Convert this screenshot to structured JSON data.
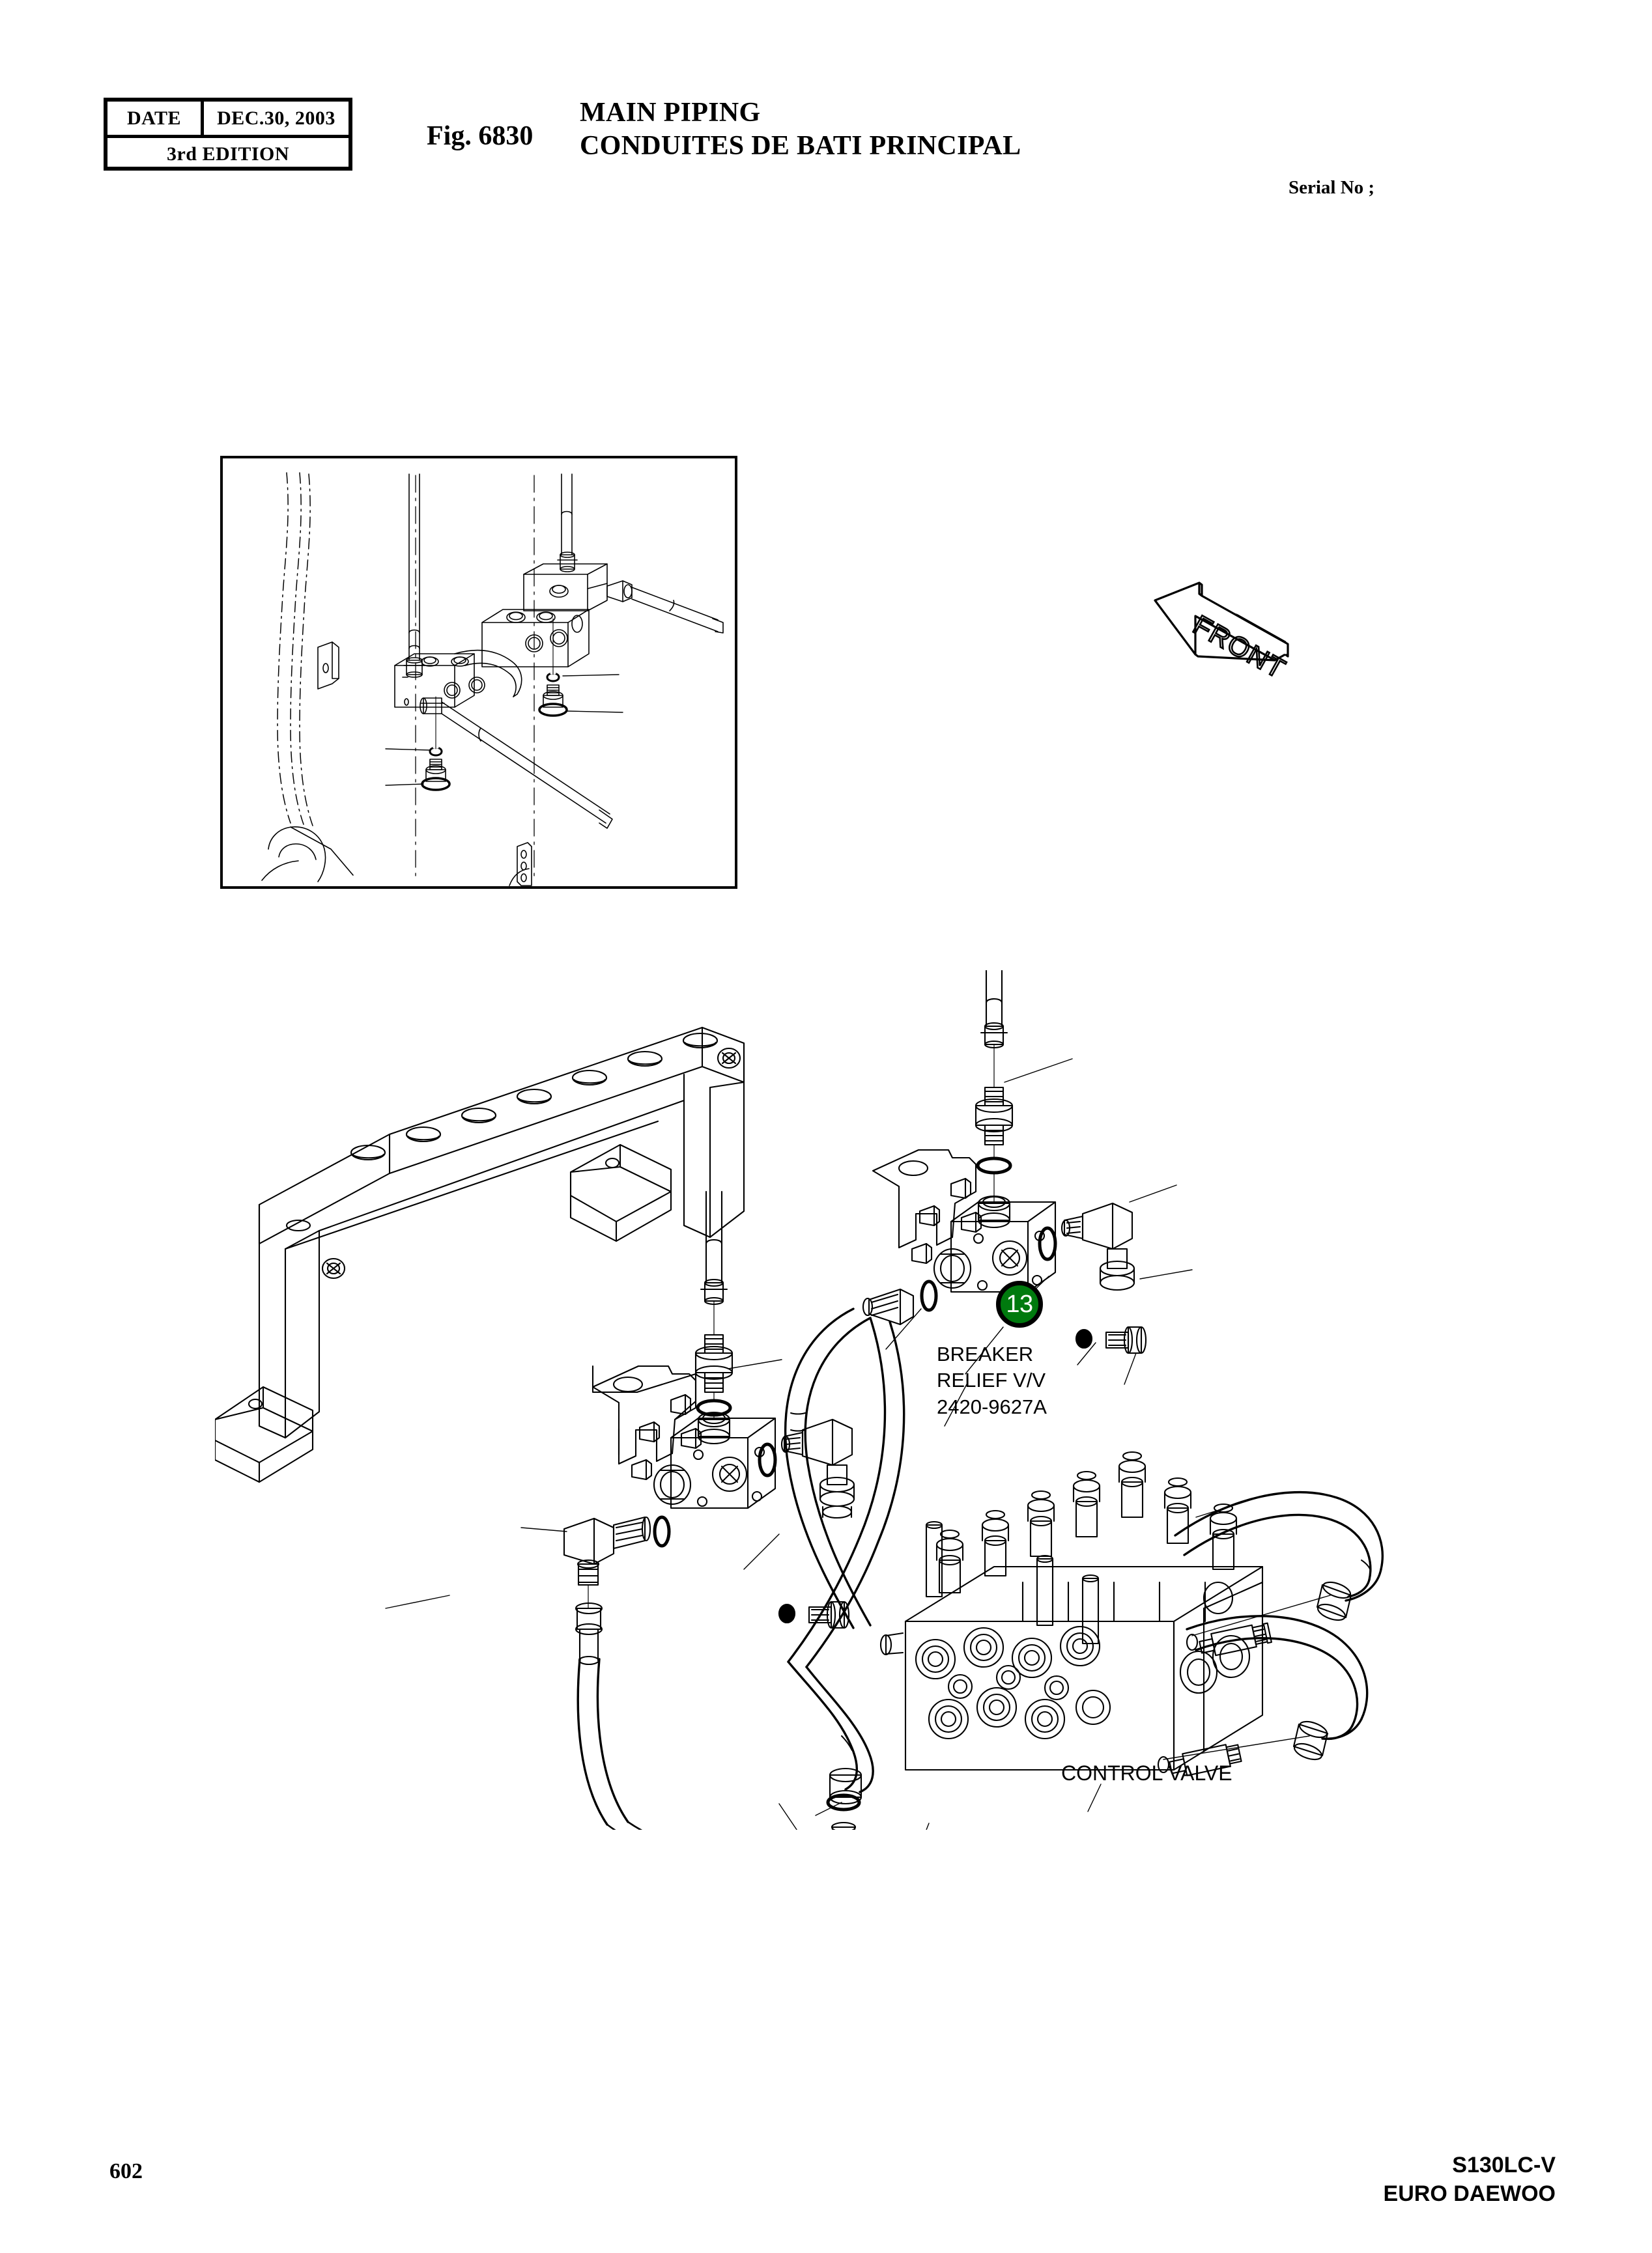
{
  "header": {
    "revision": {
      "date_label": "DATE",
      "date_value": "DEC.30, 2003",
      "edition": "3rd  EDITION"
    },
    "figure_number": "Fig. 6830",
    "title_en": "MAIN PIPING",
    "title_fr": "CONDUITES DE BATI PRINCIPAL",
    "serial_no_label": "Serial No ;"
  },
  "direction_indicator": {
    "label": "FRONT"
  },
  "callouts": [
    {
      "number": "13",
      "name_line1": "BREAKER",
      "name_line2": "RELIEF V/V",
      "part_number": "2420-9627A",
      "badge_fill": "#007A0E",
      "badge_text_color": "#FFFFFF"
    }
  ],
  "component_labels": {
    "control_valve": "CONTROL VALVE"
  },
  "footer": {
    "page_number": "602",
    "model": "S130LC-V",
    "company": "EURO DAEWOO"
  }
}
